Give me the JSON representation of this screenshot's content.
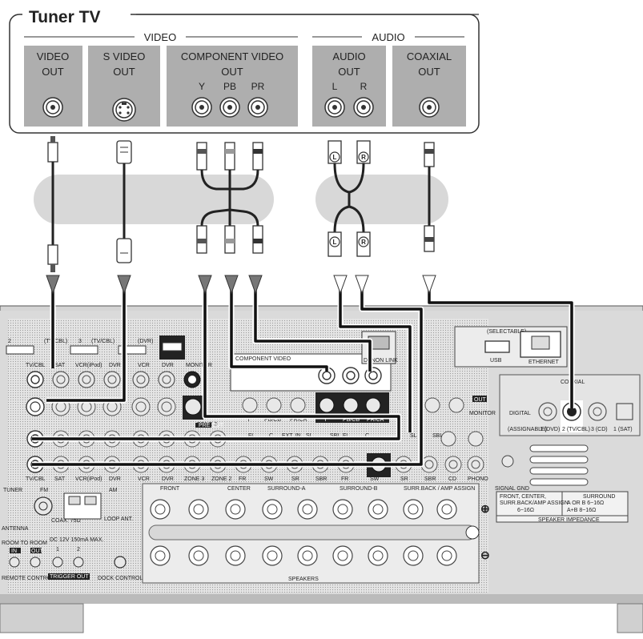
{
  "device": {
    "title": "Tuner TV",
    "groups": {
      "video": "VIDEO",
      "audio": "AUDIO"
    },
    "outputs": [
      {
        "id": "video-out",
        "label_lines": [
          "VIDEO",
          "OUT"
        ],
        "pins": [
          ""
        ]
      },
      {
        "id": "s-video-out",
        "label_lines": [
          "S VIDEO",
          "OUT"
        ],
        "pins": [
          ""
        ]
      },
      {
        "id": "component-video-out",
        "label_lines": [
          "COMPONENT VIDEO",
          "OUT"
        ],
        "pins": [
          "Y",
          "PB",
          "PR"
        ]
      },
      {
        "id": "audio-out",
        "label_lines": [
          "AUDIO",
          "OUT"
        ],
        "pins": [
          "L",
          "R"
        ]
      },
      {
        "id": "coaxial-out",
        "label_lines": [
          "COAXIAL",
          "OUT"
        ],
        "pins": [
          ""
        ]
      }
    ],
    "plug_markers": {
      "left": "L",
      "right": "R"
    }
  },
  "receiver": {
    "hdmi_labels": [
      "2",
      "(TV/CBL)",
      "3",
      "(TV/CBL)",
      "(DVR)"
    ],
    "row_labels": [
      "TV/CBL",
      "SAT",
      "VCR(iPod)",
      "DVR",
      "VCR",
      "DVR",
      "MONITOR",
      "ZONE 3",
      "ZONE 2",
      "FR",
      "SW",
      "SR",
      "SBR",
      "FR",
      "SW",
      "SR",
      "SBR",
      "CD",
      "PHONO"
    ],
    "component_video_label": "COMPONENT VIDEO",
    "component_pins": [
      "Y",
      "PB/CB",
      "PR/CR"
    ],
    "monitor_label": "MONITOR",
    "out_label": "OUT",
    "usb_label": "USB",
    "selectable_label": "(SELECTABLE)",
    "ethernet_label": "ETHERNET",
    "denon_link_label": "DENON LINK",
    "coaxial_label": "COAXIAL",
    "digital_label": "DIGITAL",
    "digital_inputs": [
      "(ASSIGNABLE)",
      "1 (DVD)",
      "2 (TV/CBL)",
      "3 (CD)",
      "1 (SAT)"
    ],
    "tuner_label": "TUNER",
    "fm_label": "FM",
    "am_label": "AM",
    "antenna_label": "ANTENNA",
    "coax_label": "COAX. 75Ω",
    "loop_label": "LOOP ANT.",
    "room_to_room": "ROOM TO ROOM",
    "in_label": "IN",
    "out_small": "OUT",
    "remote_control": "REMOTE CONTROL",
    "trigger_spec": "DC 12V 150mA MAX.",
    "trigger_out": "TRIGGER OUT",
    "dock_control": "DOCK CONTROL",
    "signal_gnd": "SIGNAL GND",
    "speaker_groups": [
      "FRONT",
      "CENTER",
      "SURROUND-A",
      "SURROUND-B",
      "SURR.BACK / AMP ASSIGN"
    ],
    "speakers_label": "SPEAKERS",
    "impedance": {
      "left_lines": [
        "FRONT, CENTER,",
        "SURR.BACK/AMP ASSIGN",
        "6~16Ω"
      ],
      "right_lines": [
        "SURROUND",
        "A OR B  6~16Ω",
        "A+B  8~16Ω"
      ],
      "footer": "SPEAKER IMPEDANCE"
    },
    "zone_labels": [
      "ZONE 3",
      "ZONE 2",
      "PRE OUT"
    ],
    "channel_labels": [
      "FL",
      "C",
      "EXT. IN",
      "SL",
      "SBL",
      "FL",
      "C",
      "SL",
      "SBL"
    ],
    "pin_numbers": [
      "2",
      "1",
      "2",
      "1"
    ]
  }
}
